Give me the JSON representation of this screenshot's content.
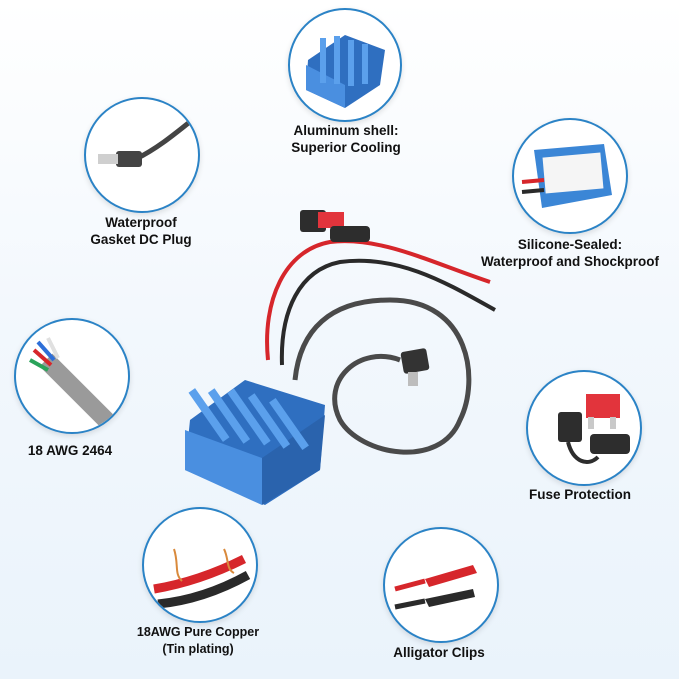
{
  "features": [
    {
      "id": "aluminum",
      "line1": "Aluminum shell:",
      "line2": "Superior Cooling"
    },
    {
      "id": "plug",
      "line1": "Waterproof",
      "line2": "Gasket DC Plug"
    },
    {
      "id": "silicone",
      "line1": "Silicone-Sealed:",
      "line2": "Waterproof and Shockproof"
    },
    {
      "id": "awg",
      "line1": "18 AWG 2464",
      "line2": ""
    },
    {
      "id": "fuse",
      "line1": "Fuse Protection",
      "line2": ""
    },
    {
      "id": "copper",
      "line1": "18AWG Pure Copper",
      "line2": "(Tin plating)"
    },
    {
      "id": "clips",
      "line1": "Alligator Clips",
      "line2": ""
    }
  ],
  "colors": {
    "accent": "#2b83c6",
    "module_blue": "#3b7fd1",
    "wire_red": "#d6262b",
    "wire_black": "#2a2a2a"
  }
}
